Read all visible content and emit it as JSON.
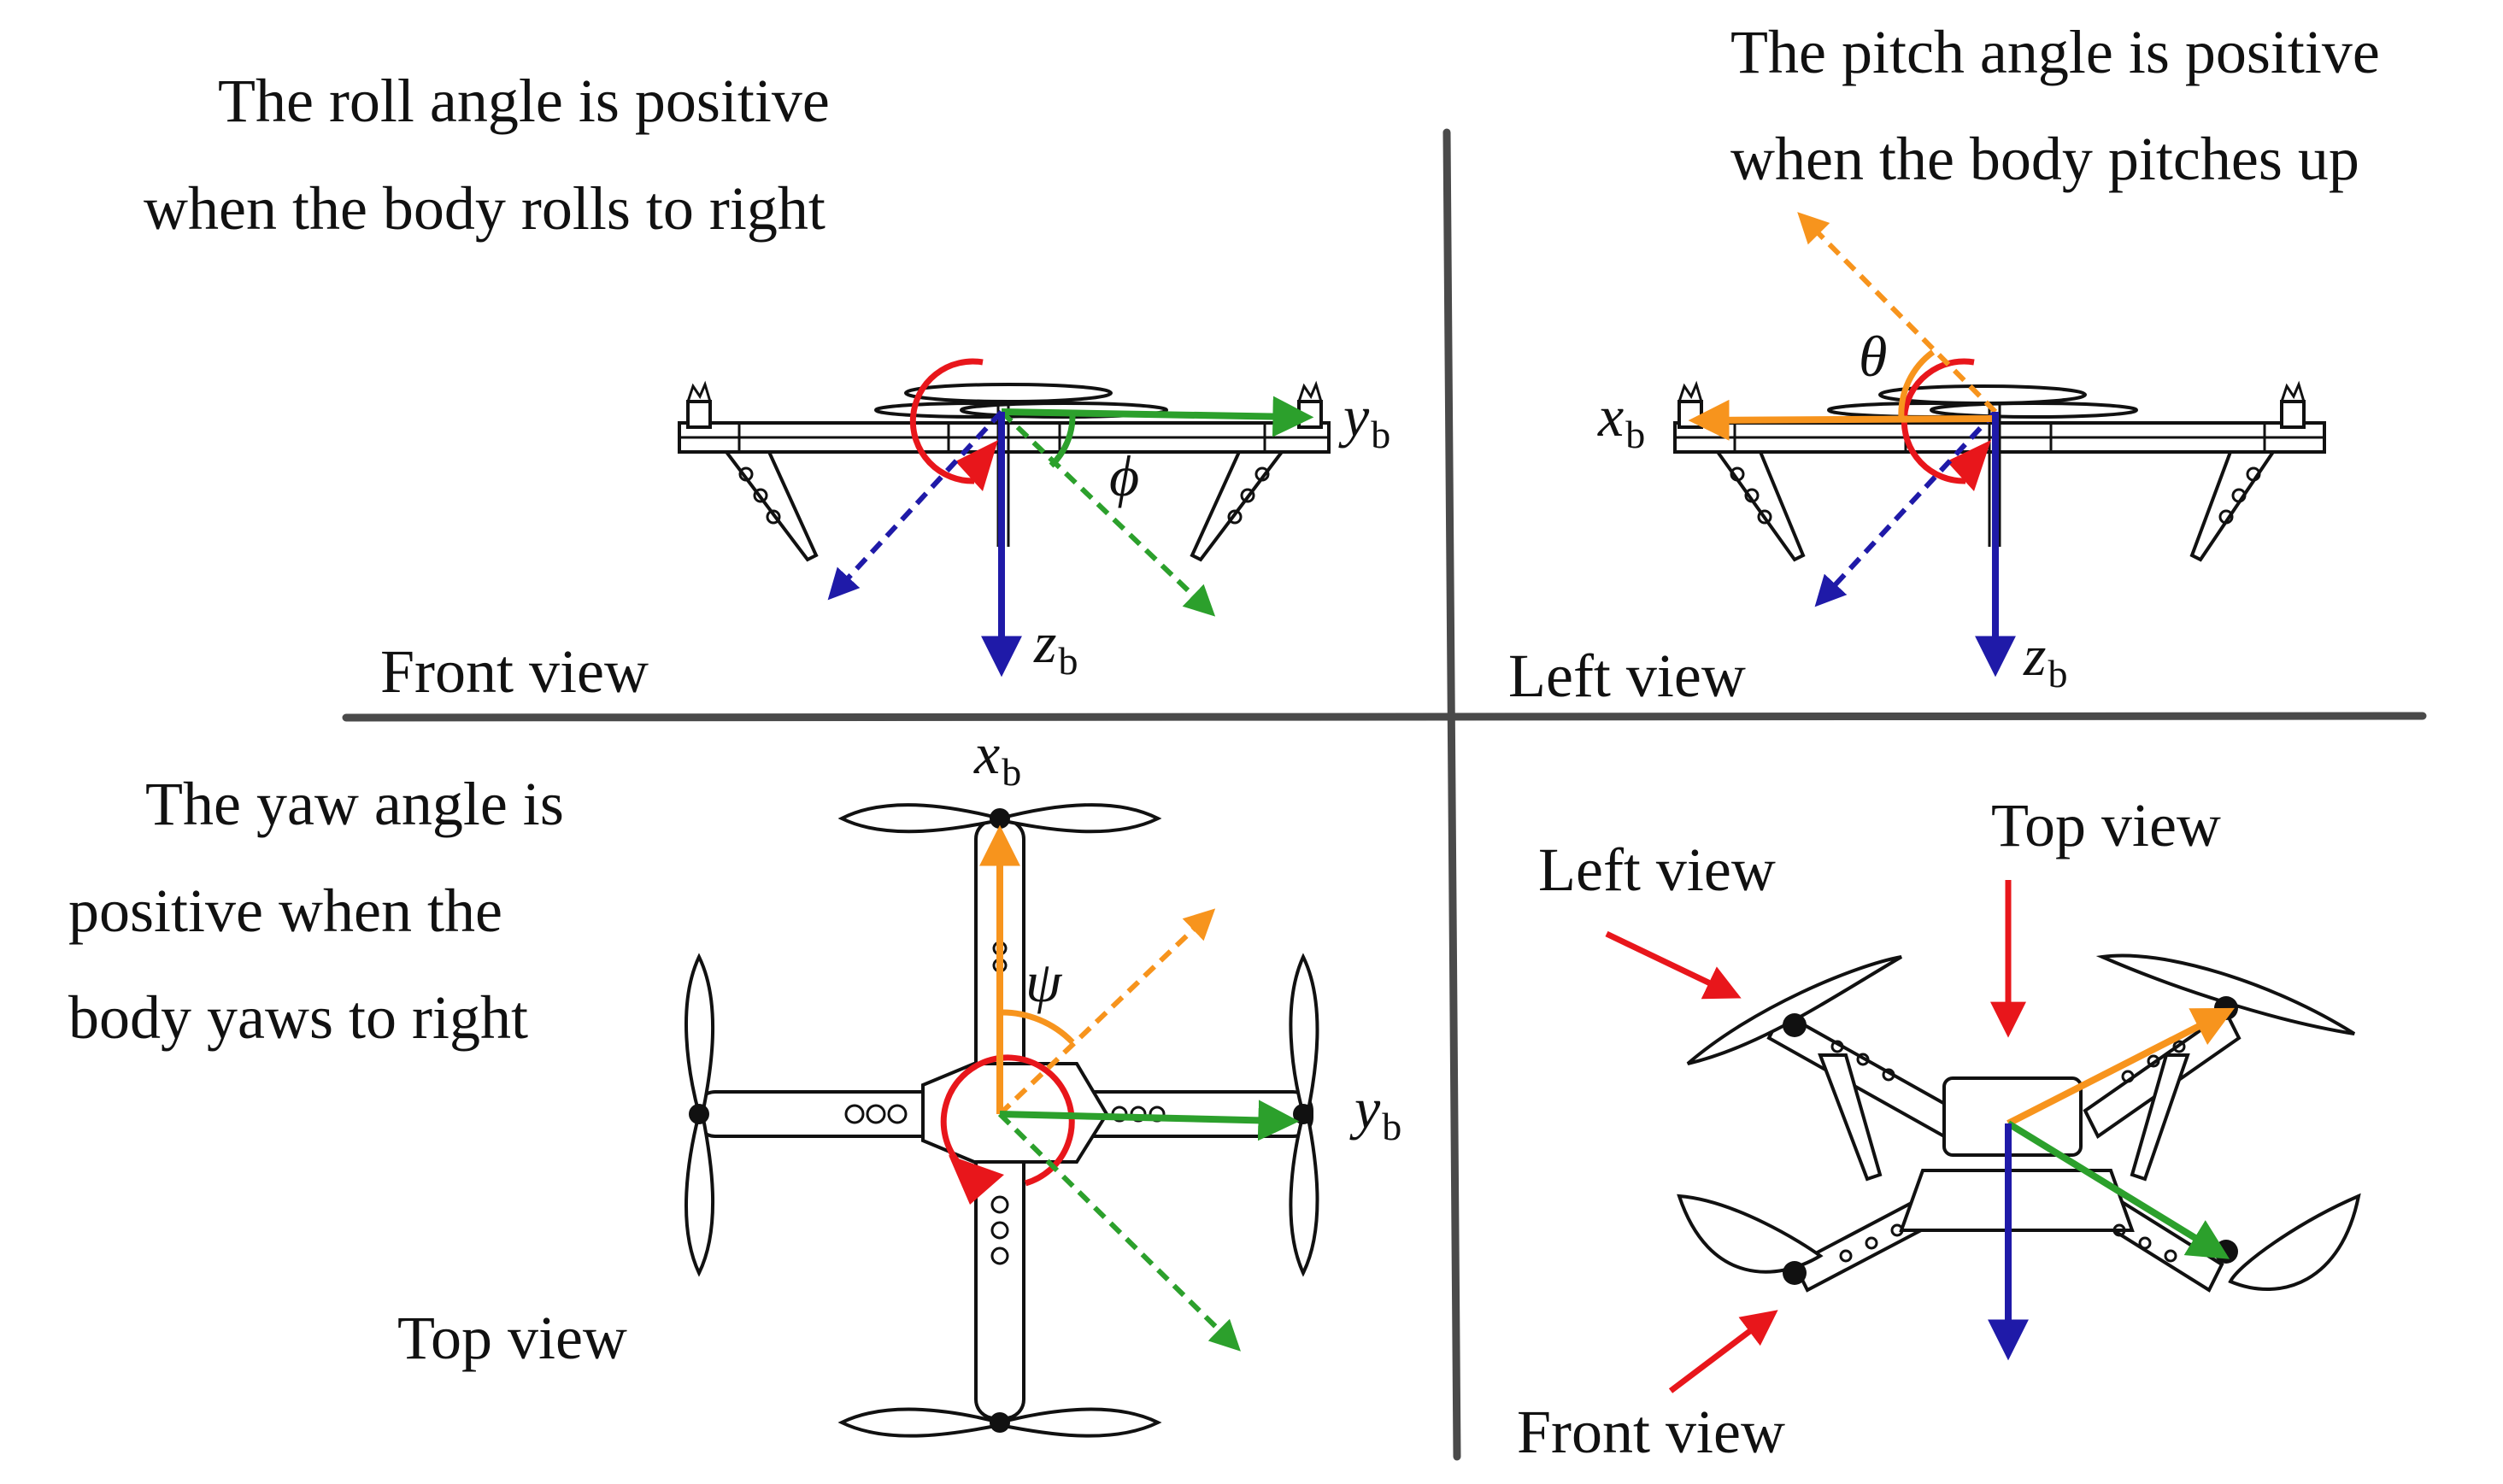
{
  "colors": {
    "x_axis": "#f7941d",
    "y_axis": "#2ca02c",
    "z_axis": "#1f1aa8",
    "rotation": "#e8161b",
    "divider": "#4a4a4a"
  },
  "panels": {
    "front": {
      "caption_line1": "The roll angle is positive",
      "caption_line2": "when the body rolls to right",
      "view_label": "Front view",
      "y_label": "y",
      "y_sub": "b",
      "z_label": "z",
      "z_sub": "b",
      "angle_symbol": "ϕ"
    },
    "left": {
      "caption_line1": "The pitch angle is positive",
      "caption_line2": "when the body pitches up",
      "view_label": "Left view",
      "x_label": "x",
      "x_sub": "b",
      "z_label": "z",
      "z_sub": "b",
      "angle_symbol": "θ"
    },
    "top": {
      "caption_line1": "The yaw angle is",
      "caption_line2": "positive when the",
      "caption_line3": "body yaws to right",
      "view_label": "Top view",
      "x_label": "x",
      "x_sub": "b",
      "y_label": "y",
      "y_sub": "b",
      "angle_symbol": "ψ"
    },
    "iso": {
      "left_view_label": "Left view",
      "top_view_label": "Top view",
      "front_view_label": "Front view"
    }
  }
}
